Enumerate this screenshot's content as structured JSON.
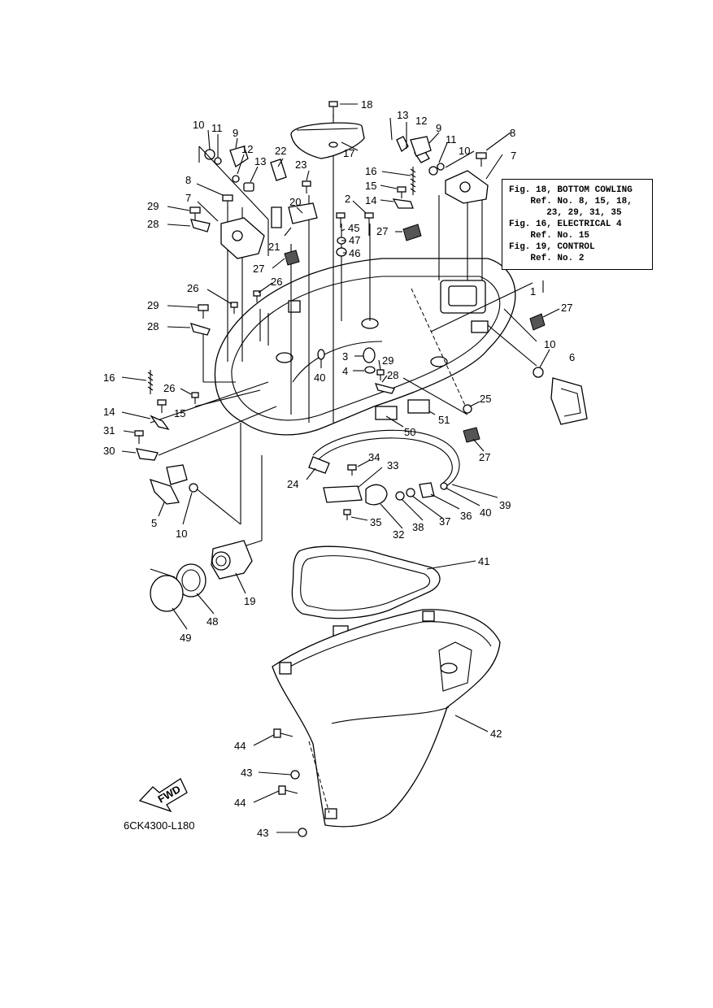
{
  "notes": {
    "line1": "Fig. 18, BOTTOM COWLING",
    "line2": "    Ref. No. 8, 15, 18,",
    "line3": "       23, 29, 31, 35",
    "line4": "Fig. 16, ELECTRICAL 4",
    "line5": "    Ref. No. 15",
    "line6": "Fig. 19, CONTROL",
    "line7": "    Ref. No. 2"
  },
  "drawing_code": "6CK4300-L180",
  "fwd_label": "FWD",
  "callouts": {
    "n1": "1",
    "n2": "2",
    "n3": "3",
    "n4": "4",
    "n5": "5",
    "n6": "6",
    "n7a": "7",
    "n7b": "7",
    "n8a": "8",
    "n8b": "8",
    "n9a": "9",
    "n9b": "9",
    "n10a": "10",
    "n10b": "10",
    "n10c": "10",
    "n10d": "10",
    "n11a": "11",
    "n11b": "11",
    "n12a": "12",
    "n12b": "12",
    "n13a": "13",
    "n13b": "13",
    "n14a": "14",
    "n14b": "14",
    "n15a": "15",
    "n15b": "15",
    "n16a": "16",
    "n16b": "16",
    "n17": "17",
    "n18": "18",
    "n19": "19",
    "n20": "20",
    "n21": "21",
    "n22": "22",
    "n23": "23",
    "n24": "24",
    "n25": "25",
    "n26a": "26",
    "n26b": "26",
    "n26c": "26",
    "n27a": "27",
    "n27b": "27",
    "n27c": "27",
    "n27d": "27",
    "n28a": "28",
    "n28b": "28",
    "n28c": "28",
    "n29a": "29",
    "n29b": "29",
    "n29c": "29",
    "n30": "30",
    "n31": "31",
    "n32": "32",
    "n33": "33",
    "n34": "34",
    "n35": "35",
    "n36": "36",
    "n37": "37",
    "n38": "38",
    "n39": "39",
    "n40a": "40",
    "n40b": "40",
    "n41": "41",
    "n42": "42",
    "n43a": "43",
    "n43b": "43",
    "n44a": "44",
    "n44b": "44",
    "n45": "45",
    "n46": "46",
    "n47": "47",
    "n48": "48",
    "n49": "49",
    "n50": "50",
    "n51": "51"
  }
}
